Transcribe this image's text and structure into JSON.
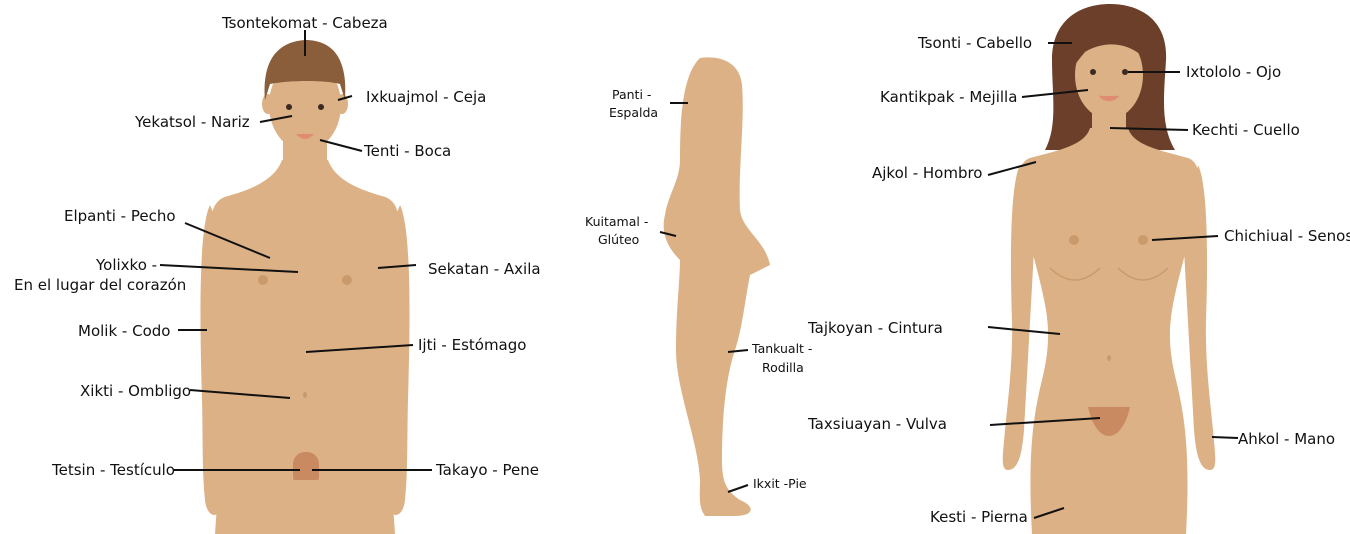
{
  "colors": {
    "skin": "#dcb185",
    "skin_shade": "#c99a6b",
    "hair_male": "#8a5e3b",
    "hair_female": "#6b3f2a",
    "lips": "#e08c74",
    "eyes": "#3a2a20",
    "genital": "#c98a62",
    "line": "#111111",
    "background": "#ffffff"
  },
  "male": {
    "labels": {
      "head": "Tsontekomat - Cabeza",
      "eyebrow": "Ixkuajmol - Ceja",
      "nose": "Yekatsol - Nariz",
      "mouth": "Tenti - Boca",
      "chest": "Elpanti - Pecho",
      "heart_place_1": "Yolixko -",
      "heart_place_2": "En el lugar del corazón",
      "armpit": "Sekatan - Axila",
      "elbow": "Molik - Codo",
      "stomach": "Ijti - Estómago",
      "navel": "Xikti - Ombligo",
      "testicle": "Tetsin - Testículo",
      "penis": "Takayo - Pene"
    }
  },
  "side": {
    "labels": {
      "back_1": "Panti -",
      "back_2": "Espalda",
      "glute_1": "Kuitamal -",
      "glute_2": "Glúteo",
      "knee_1": "Tankualt -",
      "knee_2": "Rodilla",
      "foot": "Ikxit -Pie"
    }
  },
  "female": {
    "labels": {
      "hair": "Tsonti - Cabello",
      "eye": "Ixtololo - Ojo",
      "cheek": "Kantikpak - Mejilla",
      "neck": "Kechti - Cuello",
      "shoulder": "Ajkol - Hombro",
      "breast": "Chichiual - Senos",
      "waist": "Tajkoyan - Cintura",
      "vulva": "Taxsiuayan - Vulva",
      "hand": "Ahkol - Mano",
      "leg": "Kesti - Pierna"
    }
  }
}
